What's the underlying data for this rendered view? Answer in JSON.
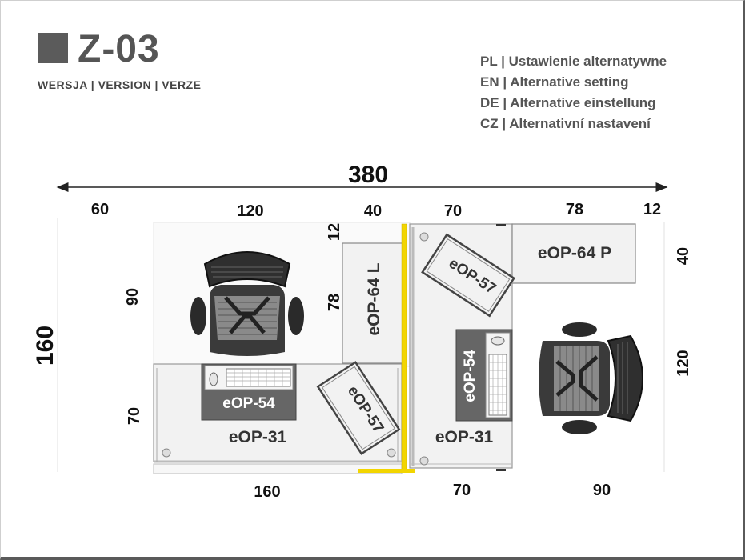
{
  "header": {
    "title": "Z-03",
    "subtitle": "WERSJA | VERSION | VERZE"
  },
  "languages": [
    "PL |  Ustawienie alternatywne",
    "EN | Alternative setting",
    "DE | Alternative einstellung",
    "CZ |  Alternativní nastavení"
  ],
  "dimensions": {
    "total_width": "380",
    "total_depth": "160",
    "top": [
      "60",
      "120",
      "40",
      "70",
      "78",
      "12"
    ],
    "bottom": [
      "160",
      "70",
      "90"
    ],
    "left": [
      "90",
      "70"
    ],
    "right": [
      "40",
      "120"
    ],
    "cabinet_top": "12",
    "cabinet_depth": "78"
  },
  "components": {
    "desk_left": "eOP-31",
    "desk_right": "eOP-31",
    "cpu_left": "eOP-54",
    "cpu_right": "eOP-54",
    "connector_left": "eOP-57",
    "connector_right": "eOP-57",
    "cabinet_left": "eOP-64 L",
    "cabinet_right": "eOP-64 P"
  },
  "colors": {
    "panel": "#f2f2f2",
    "dark": "#666666",
    "screen": "#f2d500",
    "header": "#5b5b5b"
  }
}
